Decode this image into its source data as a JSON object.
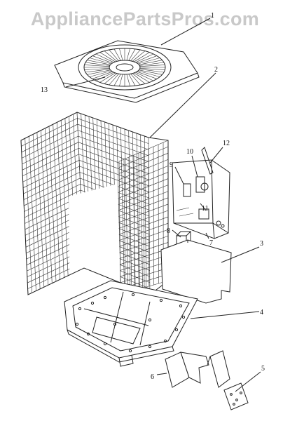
{
  "watermark": "AppliancePartsPros.com",
  "callouts": [
    {
      "id": "1",
      "label": "1"
    },
    {
      "id": "2",
      "label": "2"
    },
    {
      "id": "3",
      "label": "3"
    },
    {
      "id": "4",
      "label": "4"
    },
    {
      "id": "5",
      "label": "5"
    },
    {
      "id": "6",
      "label": "6"
    },
    {
      "id": "7",
      "label": "7"
    },
    {
      "id": "8",
      "label": "8"
    },
    {
      "id": "9",
      "label": "9"
    },
    {
      "id": "10",
      "label": "10"
    },
    {
      "id": "11",
      "label": "11"
    },
    {
      "id": "12",
      "label": "12"
    },
    {
      "id": "13",
      "label": "13"
    }
  ]
}
